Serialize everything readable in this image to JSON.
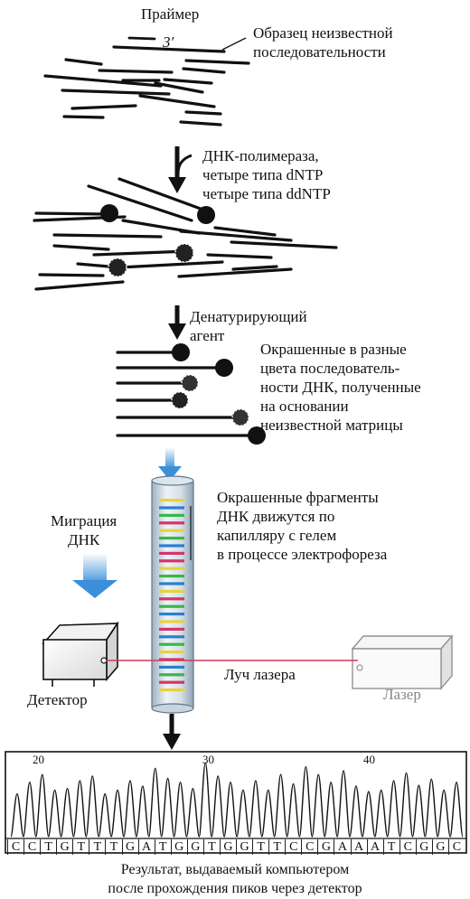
{
  "primer_label": "Праймер",
  "primer_end": "3′",
  "unknown_sample": [
    "Образец неизвестной",
    "последовательности"
  ],
  "step1_reagents": [
    "ДНК-полимераза,",
    "четыре типа dNTP",
    "четыре типа ddNTP"
  ],
  "step2_agent": [
    "Денатурирующий",
    "агент"
  ],
  "colored_sequences": [
    "Окрашенные в разные",
    "цвета последователь-",
    "ности ДНК, полученные",
    "на основании",
    "неизвестной матрицы"
  ],
  "migration_label": [
    "Миграция",
    "ДНК"
  ],
  "capillary_text": [
    "Окрашенные фрагменты",
    "ДНК движутся по",
    "капилляру с гелем",
    "в процессе электрофореза"
  ],
  "detector_label": "Детектор",
  "laser_beam_label": "Луч лазера",
  "laser_label": "Лазер",
  "trace_ticks": [
    "20",
    "30",
    "40"
  ],
  "sequence": [
    "C",
    "C",
    "T",
    "G",
    "T",
    "T",
    "T",
    "G",
    "A",
    "T",
    "G",
    "G",
    "T",
    "G",
    "G",
    "T",
    "T",
    "C",
    "C",
    "G",
    "A",
    "A",
    "A",
    "T",
    "C",
    "G",
    "G",
    "C"
  ],
  "caption": [
    "Результат, выдаваемый компьютером",
    "после прохождения пиков через детектор"
  ],
  "colors": {
    "ink": "#111111",
    "arrow_blue": "#3a8fd8",
    "laser_red": "#d2385a",
    "band_colors": [
      "#e8d23a",
      "#2a7fd0",
      "#3ab54a",
      "#d8336a"
    ]
  }
}
